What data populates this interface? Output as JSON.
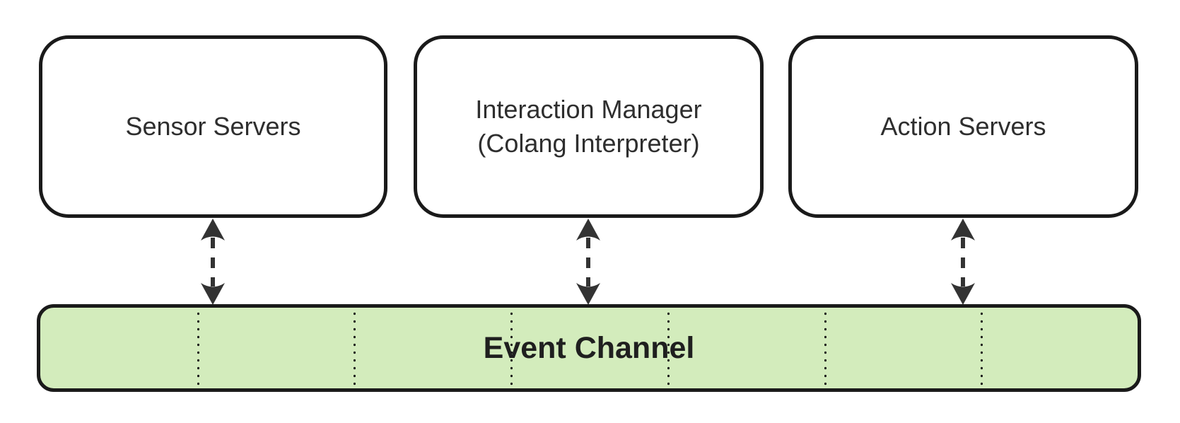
{
  "colors": {
    "background": "#ffffff",
    "border": "#1a1a1a",
    "arrow": "#333333",
    "channel_fill": "#d3ecbc",
    "node_fill": "#ffffff",
    "text": "#2e2e2e",
    "channel_text": "#1f1f1f"
  },
  "nodes": [
    {
      "id": "sensor-servers",
      "lines": [
        "Sensor Servers"
      ]
    },
    {
      "id": "interaction-manager",
      "lines": [
        "Interaction Manager",
        "(Colang Interpreter)"
      ]
    },
    {
      "id": "action-servers",
      "lines": [
        "Action Servers"
      ]
    }
  ],
  "channel": {
    "label": "Event Channel"
  },
  "connections": [
    {
      "from": "sensor-servers",
      "to": "event-channel",
      "style": "dashed",
      "direction": "bidirectional"
    },
    {
      "from": "interaction-manager",
      "to": "event-channel",
      "style": "dashed",
      "direction": "bidirectional"
    },
    {
      "from": "action-servers",
      "to": "event-channel",
      "style": "dashed",
      "direction": "bidirectional"
    }
  ]
}
